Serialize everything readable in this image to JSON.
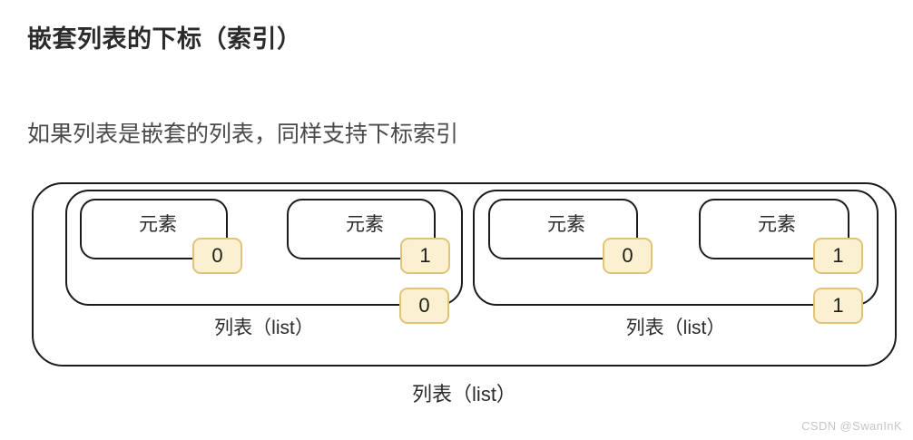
{
  "header": {
    "title": "嵌套列表的下标（索引）",
    "subtitle": "如果列表是嵌套的列表，同样支持下标索引"
  },
  "diagram": {
    "outer_list": {
      "caption": "列表（list）",
      "inner_lists": [
        {
          "caption": "列表（list）",
          "index_badge": "0",
          "elements": [
            {
              "label": "元素",
              "index_badge": "0"
            },
            {
              "label": "元素",
              "index_badge": "1"
            }
          ]
        },
        {
          "caption": "列表（list）",
          "index_badge": "1",
          "elements": [
            {
              "label": "元素",
              "index_badge": "0"
            },
            {
              "label": "元素",
              "index_badge": "1"
            }
          ]
        }
      ]
    },
    "colors": {
      "badge_fill": "#fbf0cf",
      "badge_border": "#e0c479",
      "box_border": "#1b1b1b",
      "background": "#ffffff"
    }
  },
  "watermark": {
    "text": "CSDN @SwanInK"
  }
}
